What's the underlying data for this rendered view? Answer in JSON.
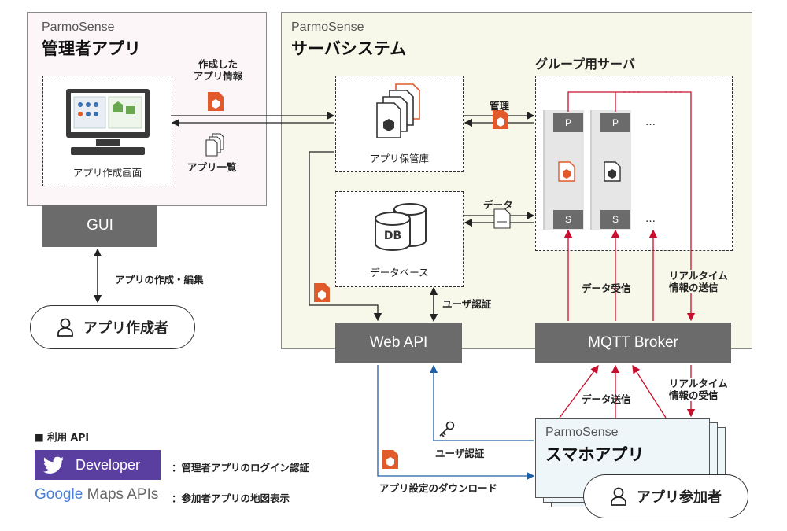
{
  "admin_app": {
    "brand": "ParmoSense",
    "title": "管理者アプリ",
    "screen_label": "アプリ作成画面",
    "gui": "GUI"
  },
  "server": {
    "brand": "ParmoSense",
    "title": "サーバシステム",
    "group_server": "グループ用サーバ",
    "repo_label": "アプリ保管庫",
    "db_label": "データベース",
    "db_icon_text": "DB",
    "web_api": "Web API",
    "mqtt": "MQTT Broker",
    "p": "P",
    "s": "S",
    "ellipsis": "…"
  },
  "labels": {
    "created_info": "作成した\nアプリ情報",
    "app_list": "アプリ一覧",
    "manage": "管理",
    "data": "データ",
    "create_edit": "アプリの作成・編集",
    "user_auth_top": "ユーザ認証",
    "data_receive": "データ受信",
    "realtime_send": "リアルタイム\n情報の送信",
    "data_send": "データ送信",
    "realtime_recv": "リアルタイム\n情報の受信",
    "user_auth_bottom": "ユーザ認証",
    "download": "アプリ設定のダウンロード"
  },
  "creator": {
    "label": "アプリ作成者"
  },
  "participant": {
    "label": "アプリ参加者"
  },
  "smartphone": {
    "brand": "ParmoSense",
    "title": "スマホアプリ"
  },
  "apis": {
    "heading": "■ 利用 API",
    "twitter_text": "Developer",
    "twitter_desc": "：管理者アプリのログイン認証",
    "google_word": "Google",
    "maps_text": "Maps APIs",
    "google_desc": "：参加者アプリの地図表示"
  },
  "colors": {
    "dark_box": "#6b6b6b",
    "orange": "#e05a2b",
    "red_arrow": "#c8102e",
    "blue_arrow": "#1f5fa8",
    "admin_bg": "#fcf6f8",
    "server_bg": "#f8f8ea",
    "phone_bg": "#eef6f9",
    "twitter": "#5b3fa0"
  }
}
